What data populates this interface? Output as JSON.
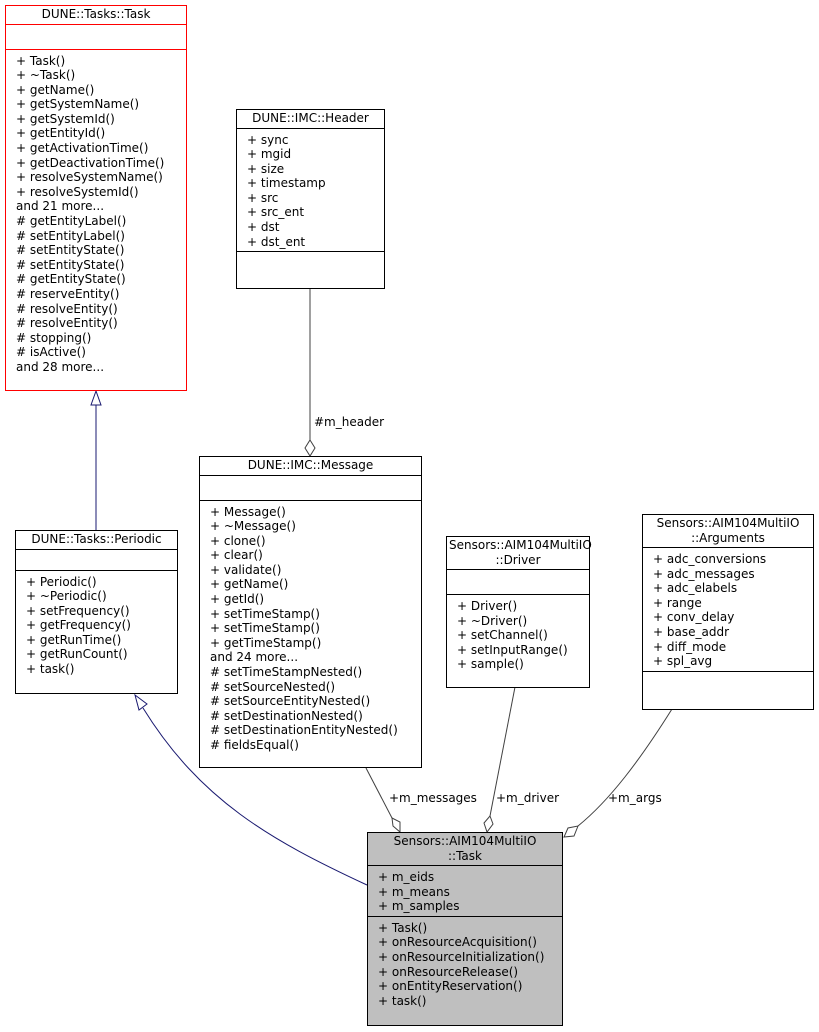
{
  "classes": {
    "task": {
      "title": [
        "DUNE::Tasks::Task"
      ],
      "attributes": [],
      "methods": [
        "+ Task()",
        "+ ~Task()",
        "+ getName()",
        "+ getSystemName()",
        "+ getSystemId()",
        "+ getEntityId()",
        "+ getActivationTime()",
        "+ getDeactivationTime()",
        "+ resolveSystemName()",
        "+ resolveSystemId()",
        "and 21 more...",
        "# getEntityLabel()",
        "# setEntityLabel()",
        "# setEntityState()",
        "# setEntityState()",
        "# getEntityState()",
        "# reserveEntity()",
        "# resolveEntity()",
        "# resolveEntity()",
        "# stopping()",
        "# isActive()",
        "and 28 more..."
      ]
    },
    "header": {
      "title": [
        "DUNE::IMC::Header"
      ],
      "attributes": [
        "+ sync",
        "+ mgid",
        "+ size",
        "+ timestamp",
        "+ src",
        "+ src_ent",
        "+ dst",
        "+ dst_ent"
      ],
      "methods": []
    },
    "periodic": {
      "title": [
        "DUNE::Tasks::Periodic"
      ],
      "attributes": [],
      "methods": [
        "+ Periodic()",
        "+ ~Periodic()",
        "+ setFrequency()",
        "+ getFrequency()",
        "+ getRunTime()",
        "+ getRunCount()",
        "+ task()"
      ]
    },
    "message": {
      "title": [
        "DUNE::IMC::Message"
      ],
      "attributes": [],
      "methods": [
        "+ Message()",
        "+ ~Message()",
        "+ clone()",
        "+ clear()",
        "+ validate()",
        "+ getName()",
        "+ getId()",
        "+ setTimeStamp()",
        "+ setTimeStamp()",
        "+ getTimeStamp()",
        "and 24 more...",
        "# setTimeStampNested()",
        "# setSourceNested()",
        "# setSourceEntityNested()",
        "# setDestinationNested()",
        "# setDestinationEntityNested()",
        "# fieldsEqual()"
      ]
    },
    "driver": {
      "title": [
        "Sensors::AIM104MultiIO",
        "::Driver"
      ],
      "attributes": [],
      "methods": [
        "+ Driver()",
        "+ ~Driver()",
        "+ setChannel()",
        "+ setInputRange()",
        "+ sample()"
      ]
    },
    "arguments": {
      "title": [
        "Sensors::AIM104MultiIO",
        "::Arguments"
      ],
      "attributes": [
        "+ adc_conversions",
        "+ adc_messages",
        "+ adc_elabels",
        "+ range",
        "+ conv_delay",
        "+ base_addr",
        "+ diff_mode",
        "+ spl_avg"
      ],
      "methods": []
    },
    "main": {
      "title": [
        "Sensors::AIM104MultiIO",
        "::Task"
      ],
      "attributes": [
        "+ m_eids",
        "+ m_means",
        "+ m_samples"
      ],
      "methods": [
        "+ Task()",
        "+ onResourceAcquisition()",
        "+ onResourceInitialization()",
        "+ onResourceRelease()",
        "+ onEntityReservation()",
        "+ task()"
      ]
    }
  },
  "edge_labels": {
    "header": "#m_header",
    "messages": "+m_messages",
    "driver": "+m_driver",
    "args": "+m_args"
  },
  "colors": {
    "inheritance": "#191970",
    "composition": "#404040",
    "base_border": "#ff0000",
    "focus_fill": "#bfbfbf"
  }
}
